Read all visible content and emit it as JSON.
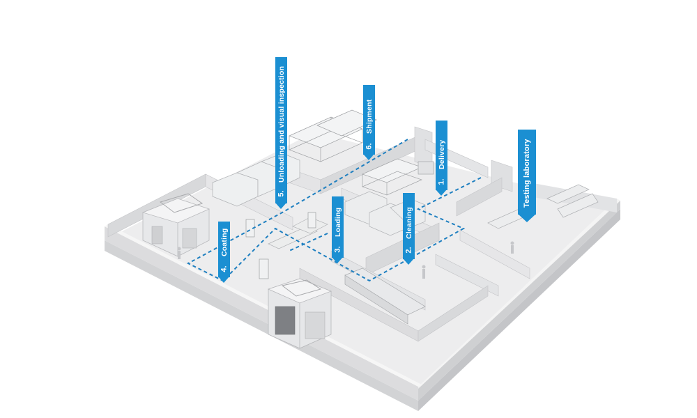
{
  "steps": [
    {
      "id": "delivery",
      "number": "1.",
      "label": "Delivery"
    },
    {
      "id": "cleaning",
      "number": "2.",
      "label": "Cleaning"
    },
    {
      "id": "loading",
      "number": "3.",
      "label": "Loading"
    },
    {
      "id": "coating",
      "number": "4.",
      "label": "Coating"
    },
    {
      "id": "unloading",
      "number": "5.",
      "label": "Unloading and visual inspection"
    },
    {
      "id": "shipment",
      "number": "6.",
      "label": "Shipment"
    }
  ],
  "testing_lab": {
    "label": "Testing laboratory"
  },
  "colors": {
    "accent": "#1b8fd2",
    "floor": "#eeeeef",
    "wall_top": "#f7f7f7",
    "wall_side": "#d6d7d9",
    "path": "#1e7fc0"
  }
}
